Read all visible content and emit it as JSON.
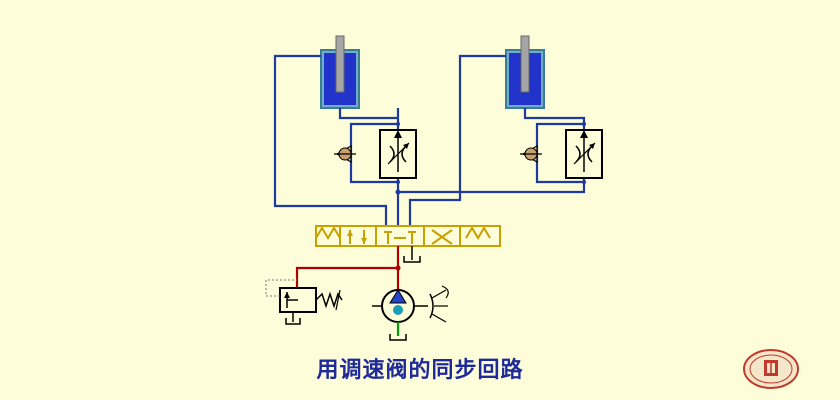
{
  "caption": "用调速阀的同步回路",
  "colors": {
    "background": "#fdfdd9",
    "hydraulic_line": "#1e3a9e",
    "pressure_line": "#b00000",
    "valve_body": "#c8a000",
    "cylinder_fill": "#2233cc",
    "caption_text": "#1e2a9a",
    "suction_line": "#00a000",
    "seal": "#c0392b"
  },
  "components": [
    {
      "name": "cylinder-left",
      "type": "hydraulic-cylinder"
    },
    {
      "name": "cylinder-right",
      "type": "hydraulic-cylinder"
    },
    {
      "name": "speed-control-valve-left",
      "type": "flow-control-valve-with-check"
    },
    {
      "name": "speed-control-valve-right",
      "type": "flow-control-valve-with-check"
    },
    {
      "name": "directional-valve",
      "type": "three-position-four-way-valve"
    },
    {
      "name": "relief-valve",
      "type": "relief-valve"
    },
    {
      "name": "pump",
      "type": "variable-displacement-pump"
    }
  ],
  "icons": [
    "university-seal-icon"
  ]
}
